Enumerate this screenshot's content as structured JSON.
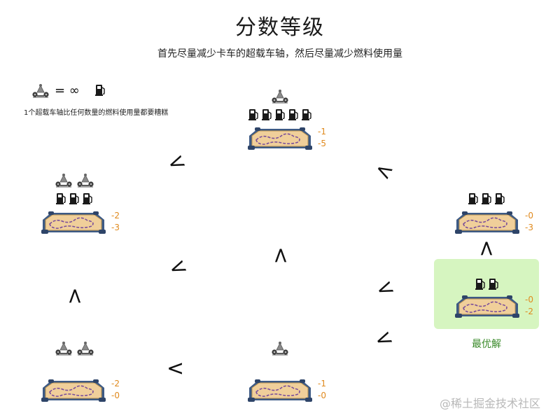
{
  "title": "分数等级",
  "subtitle": "首先尽量减少卡车的超载车轴，然后尽量减少燃料使用量",
  "legend": {
    "equals": "= ∞",
    "caption": "1个超载车轴比任何数量的燃料使用量都要糟糕"
  },
  "best_label": "最优解",
  "watermark": "@稀土掘金技术社区",
  "icons": {
    "overload": "overloaded-axle-icon",
    "fuel": "fuel-pump-icon"
  },
  "colors": {
    "score": "#e08a1e",
    "best_box": "#d6f5c0",
    "best_text": "#3a8a2a"
  },
  "nodes": [
    {
      "id": "top",
      "axles": 1,
      "fuel": 5,
      "hard": "-1",
      "soft": "-5"
    },
    {
      "id": "upper-left",
      "axles": 2,
      "fuel": 3,
      "hard": "-2",
      "soft": "-3"
    },
    {
      "id": "right",
      "axles": 0,
      "fuel": 3,
      "hard": "-0",
      "soft": "-3"
    },
    {
      "id": "best",
      "axles": 0,
      "fuel": 2,
      "hard": "-0",
      "soft": "-2"
    },
    {
      "id": "lower-left",
      "axles": 2,
      "fuel": 0,
      "hard": "-2",
      "soft": "-0"
    },
    {
      "id": "lower-mid",
      "axles": 1,
      "fuel": 0,
      "hard": "-1",
      "soft": "-0"
    }
  ],
  "arrows": [
    "<",
    "<",
    "<",
    "<",
    "<",
    "<",
    "<",
    "<"
  ]
}
